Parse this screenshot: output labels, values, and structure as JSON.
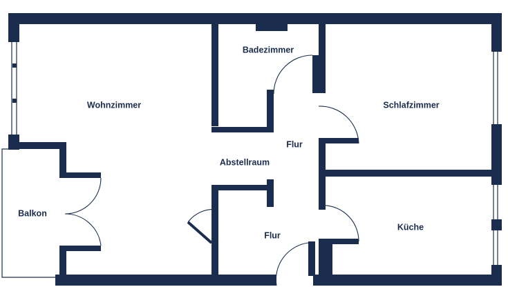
{
  "colors": {
    "wall": "#1b2d4f",
    "background": "#ffffff",
    "label": "#1b2d4f"
  },
  "rooms": {
    "wohnzimmer": "Wohnzimmer",
    "badezimmer": "Badezimmer",
    "schlafzimmer": "Schlafzimmer",
    "flur_upper": "Flur",
    "abstellraum": "Abstellraum",
    "balkon": "Balkon",
    "flur_lower": "Flur",
    "kueche": "Küche"
  }
}
